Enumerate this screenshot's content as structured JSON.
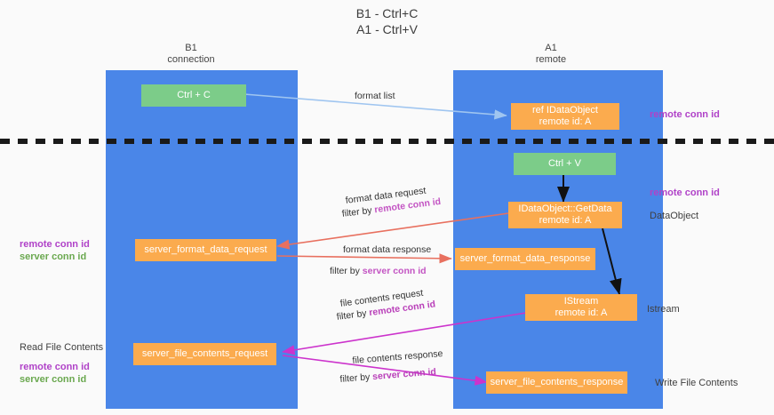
{
  "title": {
    "line1": "B1 - Ctrl+C",
    "line2": "A1 - Ctrl+V"
  },
  "columns": [
    {
      "name": "B1",
      "sub": "connection"
    },
    {
      "name": "A1",
      "sub": "remote"
    }
  ],
  "boxes": {
    "ctrl_c": "Ctrl + C",
    "ctrl_v": "Ctrl + V",
    "ref_idataobject_l1": "ref IDataObject",
    "ref_idataobject_l2": "remote id: A",
    "idataobject_getdata_l1": "IDataObject::GetData",
    "idataobject_getdata_l2": "remote id: A",
    "server_format_data_request": "server_format_data_request",
    "server_format_data_response": "server_format_data_response",
    "istream_l1": "IStream",
    "istream_l2": "remote id: A",
    "server_file_contents_request": "server_file_contents_request",
    "server_file_contents_response": "server_file_contents_response"
  },
  "captions": {
    "remote_conn_id_top": "remote conn id",
    "remote_conn_id_mid": "remote conn id",
    "dataobject": "DataObject",
    "istream": "Istream",
    "write_file_contents": "Write File Contents"
  },
  "left_annotations": {
    "mid": {
      "line1": "remote conn id",
      "line2": "server conn id"
    },
    "bottom": {
      "line0": "Read File Contents",
      "line1": "remote conn id",
      "line2": "server conn id"
    }
  },
  "arrow_labels": {
    "format_list": "format list",
    "format_data_request": "format data request",
    "format_data_request_filter_prefix": "filter by ",
    "format_data_request_filter_key": "remote conn id",
    "format_data_response": "format data response",
    "format_data_response_filter_prefix": "filter by ",
    "format_data_response_filter_key": "server conn id",
    "file_contents_request": "file contents request",
    "file_contents_request_filter_prefix": "filter by ",
    "file_contents_request_filter_key": "remote conn id",
    "file_contents_response": "file contents response",
    "file_contents_response_filter_prefix": "filter by ",
    "file_contents_response_filter_key": "server conn id"
  },
  "colors": {
    "lane": "#4a86e8",
    "green_box": "#7ccc89",
    "orange_box": "#fbab4e",
    "purple_text": "#b042c8",
    "green_text": "#6aa84f",
    "magenta_arrow": "#cc33cc",
    "red_arrow": "#e8705f",
    "blue_arrow": "#9fc5f0",
    "black_arrow": "#111111",
    "background": "#fafafa"
  }
}
